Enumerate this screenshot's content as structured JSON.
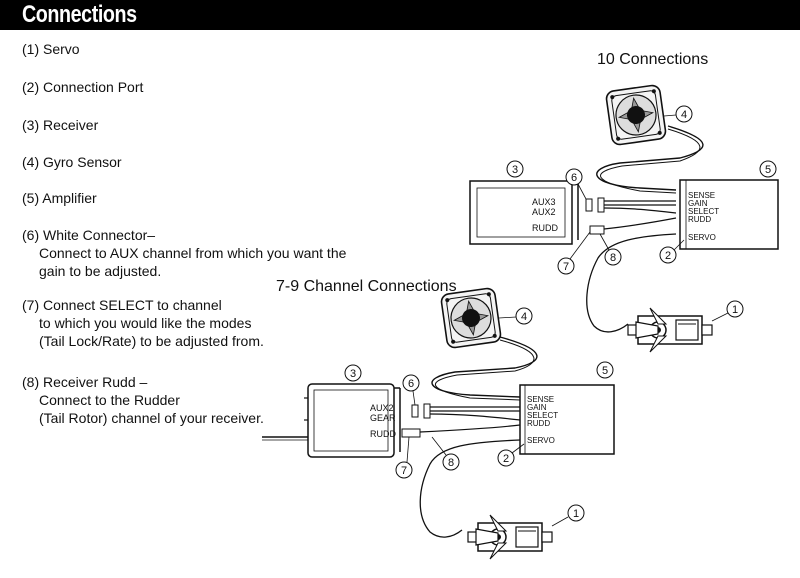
{
  "header": {
    "title": "Connections"
  },
  "legend": [
    {
      "id": "l1",
      "lines": [
        "(1)  Servo"
      ]
    },
    {
      "id": "l2",
      "lines": [
        "(2) Connection Port"
      ]
    },
    {
      "id": "l3",
      "lines": [
        "(3) Receiver"
      ]
    },
    {
      "id": "l4",
      "lines": [
        "(4) Gyro Sensor"
      ]
    },
    {
      "id": "l5",
      "lines": [
        "(5) Amplifier"
      ]
    },
    {
      "id": "l6",
      "lines": [
        "(6) White Connector–",
        "Connect to AUX channel from which you want the",
        "gain to be adjusted."
      ]
    },
    {
      "id": "l7",
      "lines": [
        "(7) Connect SELECT to channel",
        "to which you would like the modes",
        "(Tail Lock/Rate) to be adjusted from."
      ]
    },
    {
      "id": "l8",
      "lines": [
        "(8) Receiver Rudd –",
        "Connect to the Rudder",
        "(Tail Rotor) channel of your receiver."
      ]
    }
  ],
  "diagrams": {
    "ten": {
      "title": "10 Connections",
      "receiver_ports": [
        "AUX3",
        "AUX2",
        "RUDD"
      ],
      "amp_ports": [
        "SENSE",
        "GAIN",
        "SELECT",
        "RUDD",
        "SERVO"
      ],
      "callouts": [
        "1",
        "2",
        "3",
        "4",
        "5",
        "6",
        "7",
        "8"
      ]
    },
    "seven": {
      "title": "7-9 Channel Connections",
      "receiver_ports": [
        "AUX2",
        "GEAR",
        "RUDD"
      ],
      "amp_ports": [
        "SENSE",
        "GAIN",
        "SELECT",
        "RUDD",
        "SERVO"
      ],
      "callouts": [
        "1",
        "2",
        "3",
        "4",
        "5",
        "6",
        "7",
        "8"
      ]
    }
  }
}
